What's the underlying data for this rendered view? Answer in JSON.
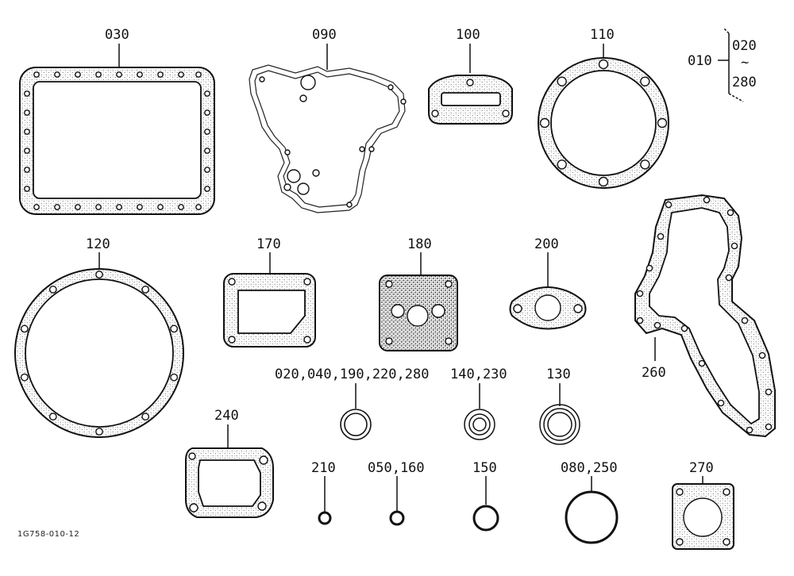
{
  "labels": {
    "p030": "030",
    "p090": "090",
    "p100": "100",
    "p110": "110",
    "p010": "010",
    "p020": "020",
    "ptilde": "~",
    "p280": "280",
    "p120": "120",
    "p170": "170",
    "p180": "180",
    "p200": "200",
    "p260": "260",
    "p240": "240",
    "pmulti": "020,040,190,220,280",
    "p140_230": "140,230",
    "p130": "130",
    "p210": "210",
    "p050_160": "050,160",
    "p150": "150",
    "p080_250": "080,250",
    "p270": "270"
  },
  "figure_code": "1G758-010-12"
}
